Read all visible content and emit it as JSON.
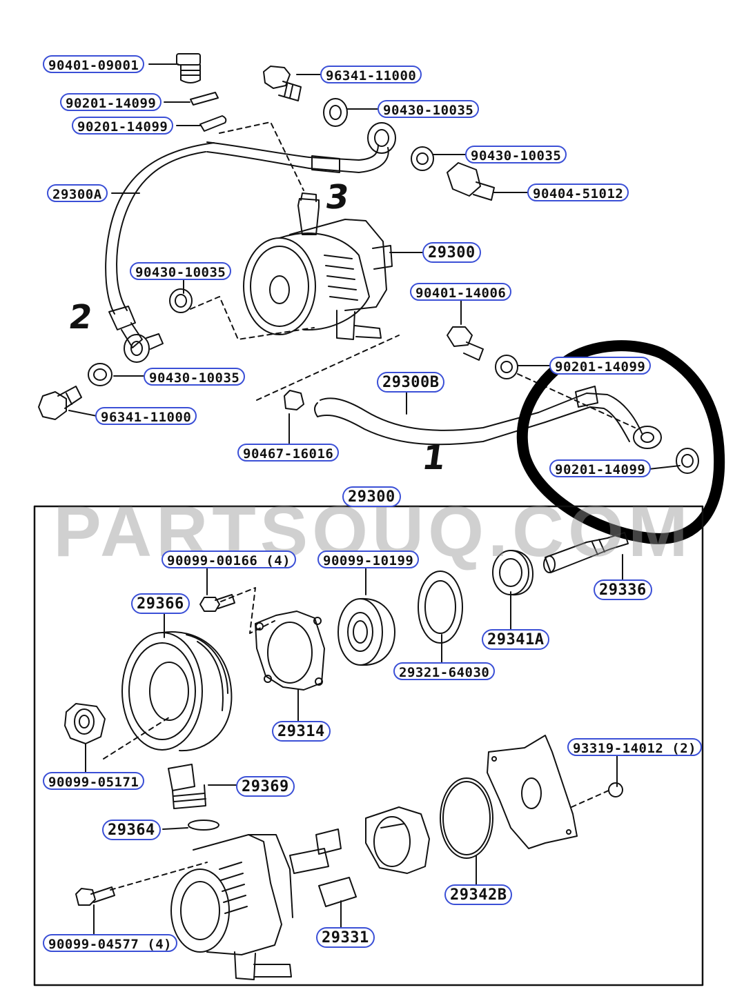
{
  "watermark": "PARTSOUQ.COM",
  "callouts": {
    "p1": "1",
    "p2": "2",
    "p3": "3"
  },
  "labels": {
    "l_90401_09001": "90401-09001",
    "l_96341_11000_a": "96341-11000",
    "l_90201_14099_a": "90201-14099",
    "l_90430_10035_a": "90430-10035",
    "l_90201_14099_b": "90201-14099",
    "l_90430_10035_b": "90430-10035",
    "l_29300A": "29300A",
    "l_90404_51012": "90404-51012",
    "l_29300_top": "29300",
    "l_90430_10035_c": "90430-10035",
    "l_90401_14006": "90401-14006",
    "l_90201_14099_c": "90201-14099",
    "l_90430_10035_d": "90430-10035",
    "l_29300B": "29300B",
    "l_96341_11000_b": "96341-11000",
    "l_90467_16016": "90467-16016",
    "l_90201_14099_d": "90201-14099",
    "l_29300_box": "29300",
    "l_90099_00166": "90099-00166 (4)",
    "l_90099_10199": "90099-10199",
    "l_29336": "29336",
    "l_29366": "29366",
    "l_29341A": "29341A",
    "l_29321_64030": "29321-64030",
    "l_29314": "29314",
    "l_90099_05171": "90099-05171",
    "l_93319_14012": "93319-14012 (2)",
    "l_29369": "29369",
    "l_29364": "29364",
    "l_29342B": "29342B",
    "l_29331": "29331",
    "l_90099_04577": "90099-04577 (4)"
  },
  "colors": {
    "label_border": "#3a4fd6",
    "line": "#111111",
    "watermark": "#969696"
  }
}
